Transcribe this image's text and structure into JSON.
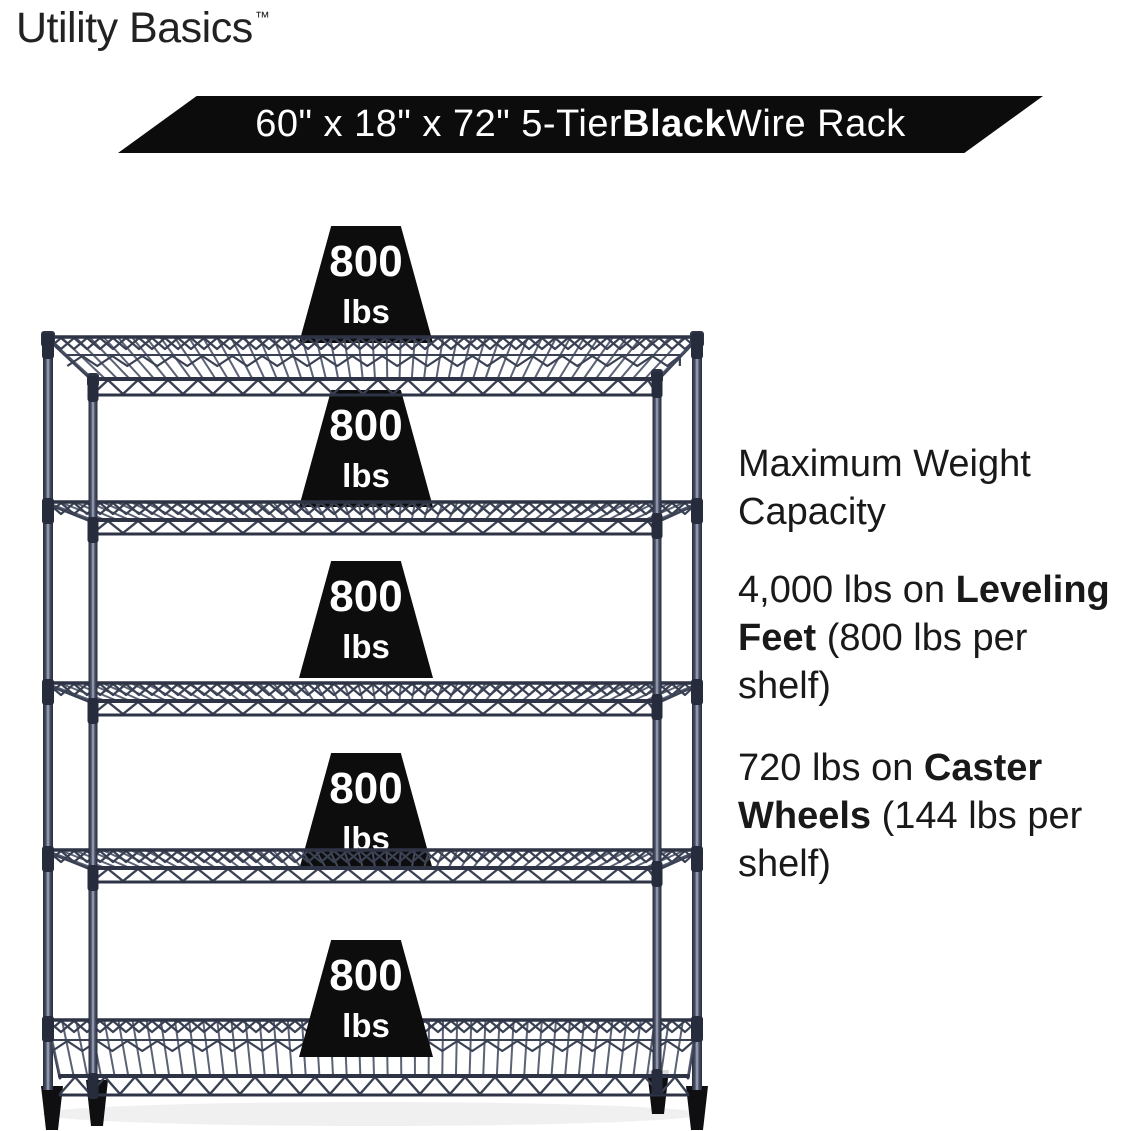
{
  "brand": {
    "name": "Utility Basics",
    "tm": "™"
  },
  "banner": {
    "pre": "60\" x 18\" x 72\" 5-Tier ",
    "bold": "Black",
    "post": " Wire Rack"
  },
  "rack": {
    "tiers": 5,
    "weights": [
      {
        "value": "800",
        "unit": "lbs"
      },
      {
        "value": "800",
        "unit": "lbs"
      },
      {
        "value": "800",
        "unit": "lbs"
      },
      {
        "value": "800",
        "unit": "lbs"
      },
      {
        "value": "800",
        "unit": "lbs"
      }
    ]
  },
  "info": {
    "heading": {
      "line1": "Maximum Weight",
      "line2": "Capacity"
    },
    "leveling": {
      "l1_pre": "4,000 lbs on ",
      "l1_bold": "Leveling",
      "l2_bold": "Feet",
      "l2_post": " (800 lbs per",
      "l3": "shelf)"
    },
    "caster": {
      "l1_pre": "720 lbs on ",
      "l1_bold": "Caster",
      "l2_bold": "Wheels",
      "l2_post": " (144 lbs per",
      "l3": "shelf)"
    }
  },
  "colors": {
    "banner_bg": "#0c0c0c",
    "banner_text": "#ffffff",
    "weight_bg": "#0d0d0d",
    "weight_text": "#ffffff",
    "rack_wire": "#3a4153",
    "rack_rail": "#2e3445",
    "rack_mesh": "#4b5267",
    "foot": "#0f0f12",
    "body_text": "#191919"
  }
}
